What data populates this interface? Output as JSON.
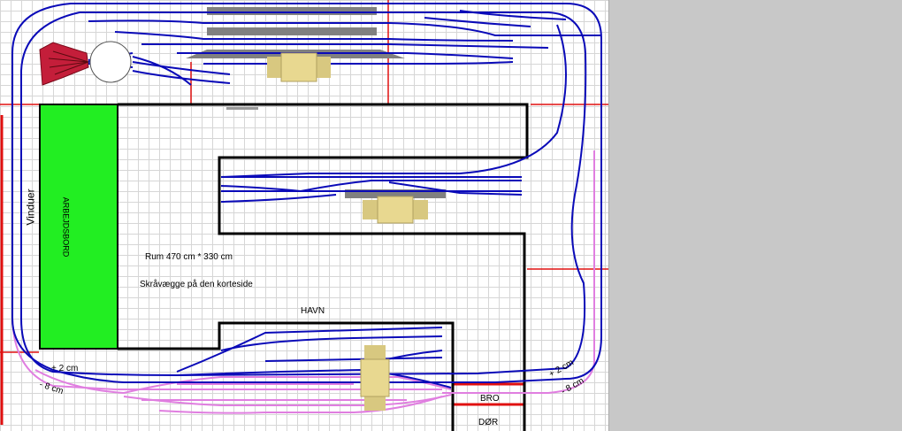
{
  "labels": {
    "workbench": "ARBEJDSBORD",
    "windows": "Vinduer",
    "room_size": "Rum  470 cm  *  330  cm",
    "sloped_walls": "Skråvægge på den korteside",
    "harbor": "HAVN",
    "bridge": "BRO",
    "door": "DØR",
    "left_plus": "+ 2 cm",
    "left_minus": "- 8 cm",
    "right_plus": "+ 2 cm",
    "right_minus": "- 8 cm"
  },
  "colors": {
    "track": "#0a0ab8",
    "pink_track": "#e07ee0",
    "workbench": "#22ee22",
    "platform": "#808080",
    "station": "#e8d890",
    "turntable_shed": "#c41e3a",
    "red_line": "#e01010",
    "grid": "#d6d6d6",
    "background": "#c8c8c8"
  }
}
